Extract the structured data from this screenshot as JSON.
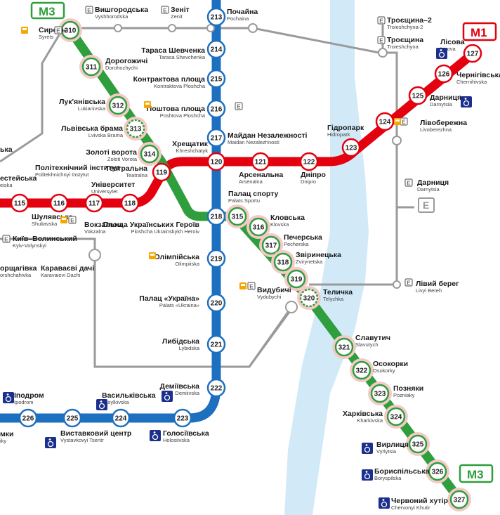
{
  "colors": {
    "red_line": "#e3000f",
    "blue_line": "#1d6fc0",
    "green_line": "#2f9e3c",
    "river": "#d2eaf8",
    "rail": "#9a9a9a",
    "highlight": "#f6c9c9",
    "access_blue": "#1b2f8c",
    "bus_orange": "#f7a600"
  },
  "line_tags": {
    "m1": "M1",
    "m3_top": "M3",
    "m3_bottom": "M3"
  },
  "stations": [
    {
      "id": "310",
      "num": "310",
      "name": "Сирець",
      "sub": "Syrets",
      "line": "green",
      "highlight": true
    },
    {
      "id": "311",
      "num": "311",
      "name": "Дорогожичі",
      "sub": "Dorohozhychi",
      "line": "green",
      "highlight": true
    },
    {
      "id": "312",
      "num": "312",
      "name": "Лук'янівська",
      "sub": "Lukianivska",
      "line": "green",
      "highlight": true
    },
    {
      "id": "313",
      "num": "313",
      "name": "Львівська брама",
      "sub": "Lvivska Brama",
      "line": "green",
      "highlight": true,
      "planned": true
    },
    {
      "id": "314",
      "num": "314",
      "name": "Золоті ворота",
      "sub": "Zoloti Vorota",
      "line": "green",
      "highlight": true
    },
    {
      "id": "315",
      "num": "315",
      "name": "Палац спорту",
      "sub": "Palats Sportu",
      "line": "green",
      "highlight": true
    },
    {
      "id": "316",
      "num": "316",
      "name": "Кловська",
      "sub": "Klovska",
      "line": "green",
      "highlight": true
    },
    {
      "id": "317",
      "num": "317",
      "name": "Печерська",
      "sub": "Pecherska",
      "line": "green",
      "highlight": true
    },
    {
      "id": "318",
      "num": "318",
      "name": "Звіринецька",
      "sub": "Zvirynetska",
      "line": "green",
      "highlight": true
    },
    {
      "id": "319",
      "num": "319",
      "name": "",
      "sub": "",
      "line": "green",
      "highlight": true
    },
    {
      "id": "320",
      "num": "320",
      "name": "Теличка",
      "sub": "Telychka",
      "line": "green",
      "highlight": true,
      "planned": true
    },
    {
      "id": "321",
      "num": "321",
      "name": "Славутич",
      "sub": "Slavutych",
      "line": "green",
      "highlight": true
    },
    {
      "id": "322",
      "num": "322",
      "name": "Осокорки",
      "sub": "Osokorky",
      "line": "green",
      "highlight": true
    },
    {
      "id": "323",
      "num": "323",
      "name": "Позняки",
      "sub": "Pozniaky",
      "line": "green",
      "highlight": true
    },
    {
      "id": "324",
      "num": "324",
      "name": "Харківська",
      "sub": "Kharkivska",
      "line": "green",
      "highlight": true
    },
    {
      "id": "325",
      "num": "325",
      "name": "Вирлиця",
      "sub": "Vyrlytsia",
      "line": "green",
      "highlight": true
    },
    {
      "id": "326",
      "num": "326",
      "name": "Бориспільська",
      "sub": "Boryspilska",
      "line": "green",
      "highlight": true
    },
    {
      "id": "327",
      "num": "327",
      "name": "Червоний хутір",
      "sub": "Chervonyi Khutir",
      "line": "green",
      "highlight": true
    },
    {
      "id": "213",
      "num": "213",
      "name": "Почайна",
      "sub": "Pochaina",
      "line": "blue"
    },
    {
      "id": "214",
      "num": "214",
      "name": "Тараса Шевченка",
      "sub": "Tarasa Shevchenka",
      "line": "blue"
    },
    {
      "id": "215",
      "num": "215",
      "name": "Контрактова площа",
      "sub": "Kontraktova Ploshcha",
      "line": "blue"
    },
    {
      "id": "216",
      "num": "216",
      "name": "Поштова площа",
      "sub": "Poshtova Ploshcha",
      "line": "blue"
    },
    {
      "id": "217",
      "num": "217",
      "name": "Майдан Незалежності",
      "sub": "Maidan Nezalezhnosti",
      "line": "blue"
    },
    {
      "id": "120",
      "num": "120",
      "name": "Хрещатик",
      "sub": "Khreshchatyk",
      "line": "red"
    },
    {
      "id": "218",
      "num": "218",
      "name": "Площа Українських Героїв",
      "sub": "Ploshcha Ukrainskykh Heroiv",
      "line": "blue"
    },
    {
      "id": "219",
      "num": "219",
      "name": "Олімпійська",
      "sub": "Olimpiiska",
      "line": "blue"
    },
    {
      "id": "220",
      "num": "220",
      "name": "Палац «Україна»",
      "sub": "Palats «Ukraina»",
      "line": "blue"
    },
    {
      "id": "221",
      "num": "221",
      "name": "Либідська",
      "sub": "Lybidska",
      "line": "blue"
    },
    {
      "id": "222",
      "num": "222",
      "name": "Деміївська",
      "sub": "Demiivska",
      "line": "blue"
    },
    {
      "id": "223",
      "num": "223",
      "name": "Голосіївська",
      "sub": "Holosiivska",
      "line": "blue"
    },
    {
      "id": "224",
      "num": "224",
      "name": "Васильківська",
      "sub": "Vasylkivska",
      "line": "blue"
    },
    {
      "id": "225",
      "num": "225",
      "name": "Виставковий центр",
      "sub": "Vystavkovyi Tsentr",
      "line": "blue"
    },
    {
      "id": "226",
      "num": "226",
      "name": "Іподром",
      "sub": "Ipodrom",
      "line": "blue"
    },
    {
      "id": "115",
      "num": "115",
      "name": "",
      "sub": "",
      "line": "red"
    },
    {
      "id": "116",
      "num": "116",
      "name": "Політехнічний інститут",
      "sub": "Politekhnichnyi Instytut",
      "line": "red"
    },
    {
      "id": "117",
      "num": "117",
      "name": "Вокзальна",
      "sub": "Vokzalna",
      "line": "red"
    },
    {
      "id": "118",
      "num": "118",
      "name": "Університет",
      "sub": "Universytet",
      "line": "red"
    },
    {
      "id": "119",
      "num": "119",
      "name": "Театральна",
      "sub": "Teatralna",
      "line": "red"
    },
    {
      "id": "121",
      "num": "121",
      "name": "Арсенальна",
      "sub": "Arsenalna",
      "line": "red"
    },
    {
      "id": "122",
      "num": "122",
      "name": "Дніпро",
      "sub": "Dnipro",
      "line": "red"
    },
    {
      "id": "123",
      "num": "123",
      "name": "Гідропарк",
      "sub": "Hidropark",
      "line": "red"
    },
    {
      "id": "124",
      "num": "124",
      "name": "Лівобережна",
      "sub": "Livoberezhna",
      "line": "red"
    },
    {
      "id": "125",
      "num": "125",
      "name": "Дарниця",
      "sub": "Darnytsia",
      "line": "red"
    },
    {
      "id": "126",
      "num": "126",
      "name": "Чернігівська",
      "sub": "Chernihivska",
      "line": "red"
    },
    {
      "id": "127",
      "num": "127",
      "name": "Лісова",
      "sub": "Lisova",
      "line": "red"
    }
  ],
  "extra_labels": [
    {
      "id": "shuliavska",
      "name": "Шулявська",
      "sub": "Shuliavska"
    },
    {
      "id": "beresteiska",
      "name": "естейська",
      "sub": "eiska"
    },
    {
      "id": "vyshhorodska",
      "name": "Вишгородська",
      "sub": "Vyshhorodska"
    },
    {
      "id": "zenit",
      "name": "Зеніт",
      "sub": "Zenit"
    },
    {
      "id": "troieshchyna2",
      "name": "Троєщина–2",
      "sub": "Troieshchyna-2"
    },
    {
      "id": "troieshchyna",
      "name": "Троєщина",
      "sub": "Troieshchyna"
    },
    {
      "id": "darnytsia_rail",
      "name": "Дарниця",
      "sub": "Darnytsia"
    },
    {
      "id": "livyi_bereh",
      "name": "Лівий берег",
      "sub": "Livyi Bereh"
    },
    {
      "id": "vydubychi",
      "name": "Видубичі",
      "sub": "Vydubychi"
    },
    {
      "id": "kyiv_volynskyi",
      "name": "Київ–Волинський",
      "sub": "Kyiv-Volynskyi"
    },
    {
      "id": "borshchahivka",
      "name": "орщагівка",
      "sub": "orshchahivka"
    },
    {
      "id": "karavaievi",
      "name": "Караваєві дачі",
      "sub": "Karavaievi Dachi"
    },
    {
      "id": "left_kyivska",
      "name": "ька",
      "sub": ""
    },
    {
      "id": "left_mky",
      "name": "мки",
      "sub": "iky"
    }
  ],
  "icons": {
    "rail": "E",
    "access": "wheelchair-icon",
    "bus": "bus-icon",
    "tram": "tram-icon"
  }
}
